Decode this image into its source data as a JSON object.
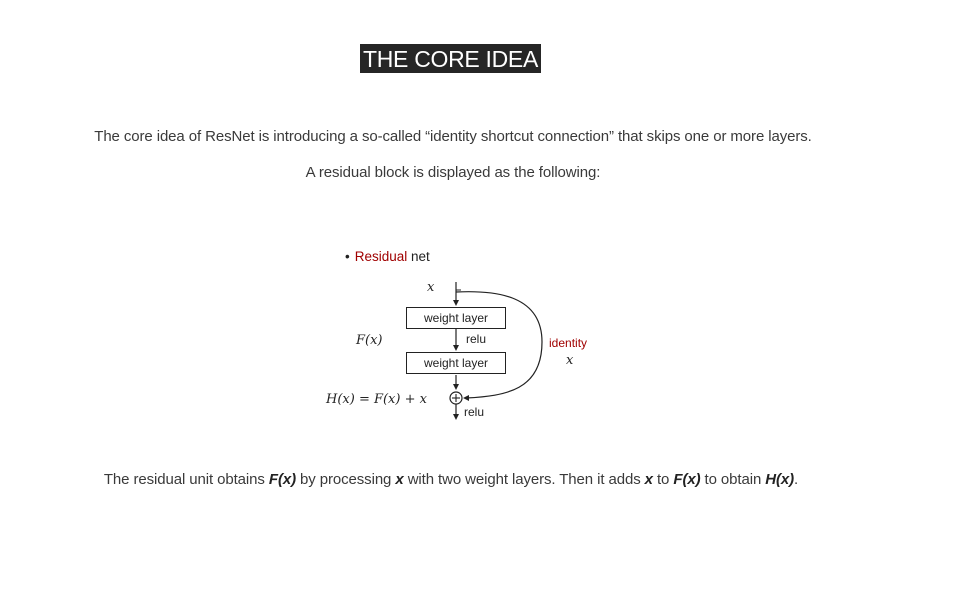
{
  "heading": "THE  CORE IDEA",
  "paragraph1": "The core idea of ResNet is introducing a so-called “identity shortcut connection” that skips one or more layers.",
  "paragraph2": "A residual block is displayed as the following:",
  "figure": {
    "bullet_red": "Residual",
    "bullet_black": "net",
    "input_x": "x",
    "box1": "weight layer",
    "relu1": "relu",
    "box2": "weight layer",
    "fx": "F(x)",
    "hx": "H(x) = F(x) + x",
    "relu2": "relu",
    "identity": "identity",
    "identity_x": "x"
  },
  "paragraph3": {
    "t1": "The residual unit obtains ",
    "fx1": "F(x)",
    "t2": " by processing ",
    "x1": "x",
    "t3": " with two weight layers. Then it adds ",
    "x2": "x",
    "t4": " to ",
    "fx2": "F(x)",
    "t5": " to obtain ",
    "hx": "H(x)",
    "t6": "."
  }
}
